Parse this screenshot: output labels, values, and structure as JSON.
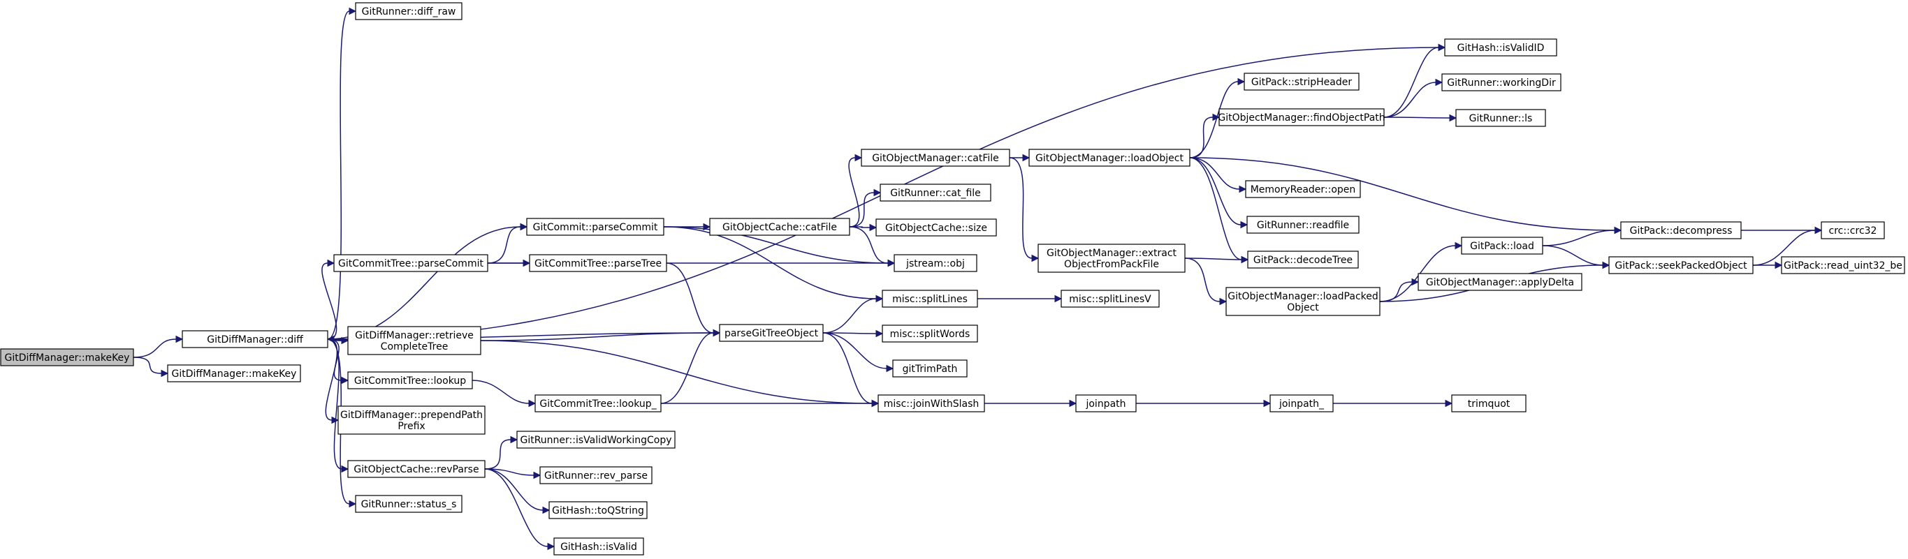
{
  "colors": {
    "edge": "#191970",
    "root_fill": "#bfbfbf",
    "node_fill": "#ffffff",
    "node_stroke": "#000000"
  },
  "nodes": [
    {
      "id": "makeKeyRoot",
      "lines": [
        "GitDiffManager::makeKey"
      ],
      "root": true
    },
    {
      "id": "diff",
      "lines": [
        "GitDiffManager::diff"
      ]
    },
    {
      "id": "makeKey2",
      "lines": [
        "GitDiffManager::makeKey"
      ]
    },
    {
      "id": "diffRaw",
      "lines": [
        "GitRunner::diff_raw"
      ]
    },
    {
      "id": "isValidID",
      "lines": [
        "GitHash::isValidID"
      ]
    },
    {
      "id": "parseCommit",
      "lines": [
        "GitCommit::parseCommit"
      ]
    },
    {
      "id": "ctParseCommit",
      "lines": [
        "GitCommitTree::parseCommit"
      ]
    },
    {
      "id": "ctParseTree",
      "lines": [
        "GitCommitTree::parseTree"
      ]
    },
    {
      "id": "retrieve",
      "lines": [
        "GitDiffManager::retrieve",
        "CompleteTree"
      ]
    },
    {
      "id": "ctLookup",
      "lines": [
        "GitCommitTree::lookup"
      ]
    },
    {
      "id": "prepend",
      "lines": [
        "GitDiffManager::prependPath",
        "Prefix"
      ]
    },
    {
      "id": "revParse",
      "lines": [
        "GitObjectCache::revParse"
      ]
    },
    {
      "id": "statusS",
      "lines": [
        "GitRunner::status_s"
      ]
    },
    {
      "id": "ctLookupU",
      "lines": [
        "GitCommitTree::lookup_"
      ]
    },
    {
      "id": "isValidWC",
      "lines": [
        "GitRunner::isValidWorkingCopy"
      ]
    },
    {
      "id": "revParseR",
      "lines": [
        "GitRunner::rev_parse"
      ]
    },
    {
      "id": "toQString",
      "lines": [
        "GitHash::toQString"
      ]
    },
    {
      "id": "isValid",
      "lines": [
        "GitHash::isValid"
      ]
    },
    {
      "id": "ocCatFile",
      "lines": [
        "GitObjectCache::catFile"
      ]
    },
    {
      "id": "parseGTO",
      "lines": [
        "parseGitTreeObject"
      ]
    },
    {
      "id": "omCatFile",
      "lines": [
        "GitObjectManager::catFile"
      ]
    },
    {
      "id": "rCatFile",
      "lines": [
        "GitRunner::cat_file"
      ]
    },
    {
      "id": "ocSize",
      "lines": [
        "GitObjectCache::size"
      ]
    },
    {
      "id": "jsObj",
      "lines": [
        "jstream::obj"
      ]
    },
    {
      "id": "splitLines",
      "lines": [
        "misc::splitLines"
      ]
    },
    {
      "id": "splitWords",
      "lines": [
        "misc::splitWords"
      ]
    },
    {
      "id": "gitTrimPath",
      "lines": [
        "gitTrimPath"
      ]
    },
    {
      "id": "joinWithSlash",
      "lines": [
        "misc::joinWithSlash"
      ]
    },
    {
      "id": "splitLinesV",
      "lines": [
        "misc::splitLinesV"
      ]
    },
    {
      "id": "extractObj",
      "lines": [
        "GitObjectManager::extract",
        "ObjectFromPackFile"
      ]
    },
    {
      "id": "loadObject",
      "lines": [
        "GitObjectManager::loadObject"
      ]
    },
    {
      "id": "joinpath",
      "lines": [
        "joinpath"
      ]
    },
    {
      "id": "joinpathU",
      "lines": [
        "joinpath_"
      ]
    },
    {
      "id": "trimquot",
      "lines": [
        "trimquot"
      ]
    },
    {
      "id": "stripHeader",
      "lines": [
        "GitPack::stripHeader"
      ]
    },
    {
      "id": "findObjPath",
      "lines": [
        "GitObjectManager::findObjectPath"
      ]
    },
    {
      "id": "memOpen",
      "lines": [
        "MemoryReader::open"
      ]
    },
    {
      "id": "readfile",
      "lines": [
        "GitRunner::readfile"
      ]
    },
    {
      "id": "decodeTree",
      "lines": [
        "GitPack::decodeTree"
      ]
    },
    {
      "id": "loadPacked",
      "lines": [
        "GitObjectManager::loadPacked",
        "Object"
      ]
    },
    {
      "id": "workingDir",
      "lines": [
        "GitRunner::workingDir"
      ]
    },
    {
      "id": "rLs",
      "lines": [
        "GitRunner::ls"
      ]
    },
    {
      "id": "packLoad",
      "lines": [
        "GitPack::load"
      ]
    },
    {
      "id": "applyDelta",
      "lines": [
        "GitObjectManager::applyDelta"
      ]
    },
    {
      "id": "decompress",
      "lines": [
        "GitPack::decompress"
      ]
    },
    {
      "id": "seekPacked",
      "lines": [
        "GitPack::seekPackedObject"
      ]
    },
    {
      "id": "crc32",
      "lines": [
        "crc::crc32"
      ]
    },
    {
      "id": "readU32",
      "lines": [
        "GitPack::read_uint32_be"
      ]
    }
  ],
  "edges": [
    [
      "makeKeyRoot",
      "diff"
    ],
    [
      "makeKeyRoot",
      "makeKey2"
    ],
    [
      "diff",
      "diffRaw"
    ],
    [
      "diff",
      "isValidID"
    ],
    [
      "diff",
      "parseCommit"
    ],
    [
      "diff",
      "ctParseCommit"
    ],
    [
      "diff",
      "parseGTO"
    ],
    [
      "diff",
      "retrieve"
    ],
    [
      "diff",
      "ctLookup"
    ],
    [
      "diff",
      "prepend"
    ],
    [
      "diff",
      "revParse"
    ],
    [
      "diff",
      "statusS"
    ],
    [
      "retrieve",
      "diff"
    ],
    [
      "retrieve",
      "parseGTO"
    ],
    [
      "retrieve",
      "joinWithSlash"
    ],
    [
      "ctParseCommit",
      "parseCommit"
    ],
    [
      "ctParseCommit",
      "ctParseTree"
    ],
    [
      "ctParseTree",
      "parseGTO"
    ],
    [
      "ctLookup",
      "ctLookupU"
    ],
    [
      "ctLookupU",
      "parseGTO"
    ],
    [
      "ctLookupU",
      "joinWithSlash"
    ],
    [
      "parseCommit",
      "ocCatFile"
    ],
    [
      "parseCommit",
      "jsObj"
    ],
    [
      "parseCommit",
      "splitLines"
    ],
    [
      "ctParseCommit",
      "jsObj"
    ],
    [
      "revParse",
      "isValidWC"
    ],
    [
      "revParse",
      "revParseR"
    ],
    [
      "revParse",
      "toQString"
    ],
    [
      "revParse",
      "isValid"
    ],
    [
      "ocCatFile",
      "omCatFile"
    ],
    [
      "ocCatFile",
      "rCatFile"
    ],
    [
      "ocCatFile",
      "ocSize"
    ],
    [
      "ocCatFile",
      "jsObj"
    ],
    [
      "parseGTO",
      "splitLines"
    ],
    [
      "parseGTO",
      "splitWords"
    ],
    [
      "parseGTO",
      "gitTrimPath"
    ],
    [
      "parseGTO",
      "joinWithSlash"
    ],
    [
      "splitLines",
      "splitLinesV"
    ],
    [
      "joinWithSlash",
      "joinpath"
    ],
    [
      "joinpath",
      "joinpathU"
    ],
    [
      "joinpathU",
      "trimquot"
    ],
    [
      "omCatFile",
      "loadObject"
    ],
    [
      "omCatFile",
      "extractObj"
    ],
    [
      "loadObject",
      "stripHeader"
    ],
    [
      "loadObject",
      "findObjPath"
    ],
    [
      "loadObject",
      "memOpen"
    ],
    [
      "loadObject",
      "readfile"
    ],
    [
      "loadObject",
      "decodeTree"
    ],
    [
      "loadObject",
      "decompress"
    ],
    [
      "extractObj",
      "decodeTree"
    ],
    [
      "extractObj",
      "loadPacked"
    ],
    [
      "findObjPath",
      "isValidID"
    ],
    [
      "findObjPath",
      "workingDir"
    ],
    [
      "findObjPath",
      "rLs"
    ],
    [
      "loadPacked",
      "packLoad"
    ],
    [
      "loadPacked",
      "applyDelta"
    ],
    [
      "loadPacked",
      "seekPacked"
    ],
    [
      "packLoad",
      "decompress"
    ],
    [
      "packLoad",
      "seekPacked"
    ],
    [
      "decompress",
      "crc32"
    ],
    [
      "seekPacked",
      "crc32"
    ],
    [
      "seekPacked",
      "readU32"
    ]
  ]
}
